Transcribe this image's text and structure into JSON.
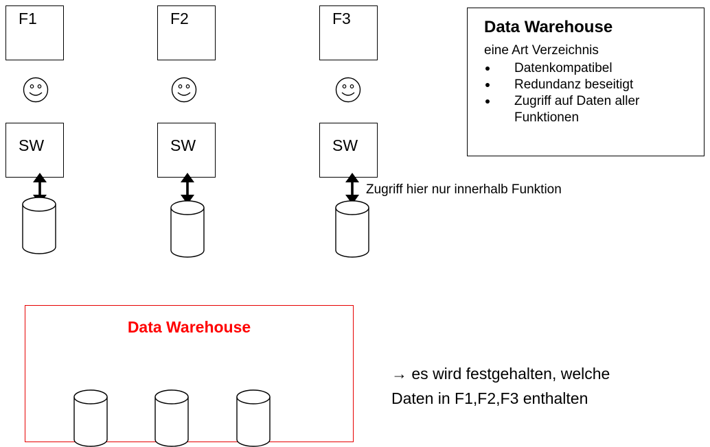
{
  "functions": [
    {
      "label": "F1",
      "software": "SW"
    },
    {
      "label": "F2",
      "software": "SW"
    },
    {
      "label": "F3",
      "software": "SW"
    }
  ],
  "access_note": "Zugriff hier nur innerhalb Funktion",
  "dw_info": {
    "title": "Data Warehouse",
    "subtitle": "eine Art Verzeichnis",
    "bullets": [
      "Datenkompatibel",
      "Redundanz beseitigt",
      "Zugriff auf Daten aller Funktionen"
    ]
  },
  "dw_store": {
    "title": "Data Warehouse",
    "title_color": "#ff0000",
    "border_color": "#e60000"
  },
  "conclusion": {
    "arrow": "→",
    "line1": " es wird festgehalten, welche",
    "line2": "Daten in F1,F2,F3 enthalten"
  }
}
